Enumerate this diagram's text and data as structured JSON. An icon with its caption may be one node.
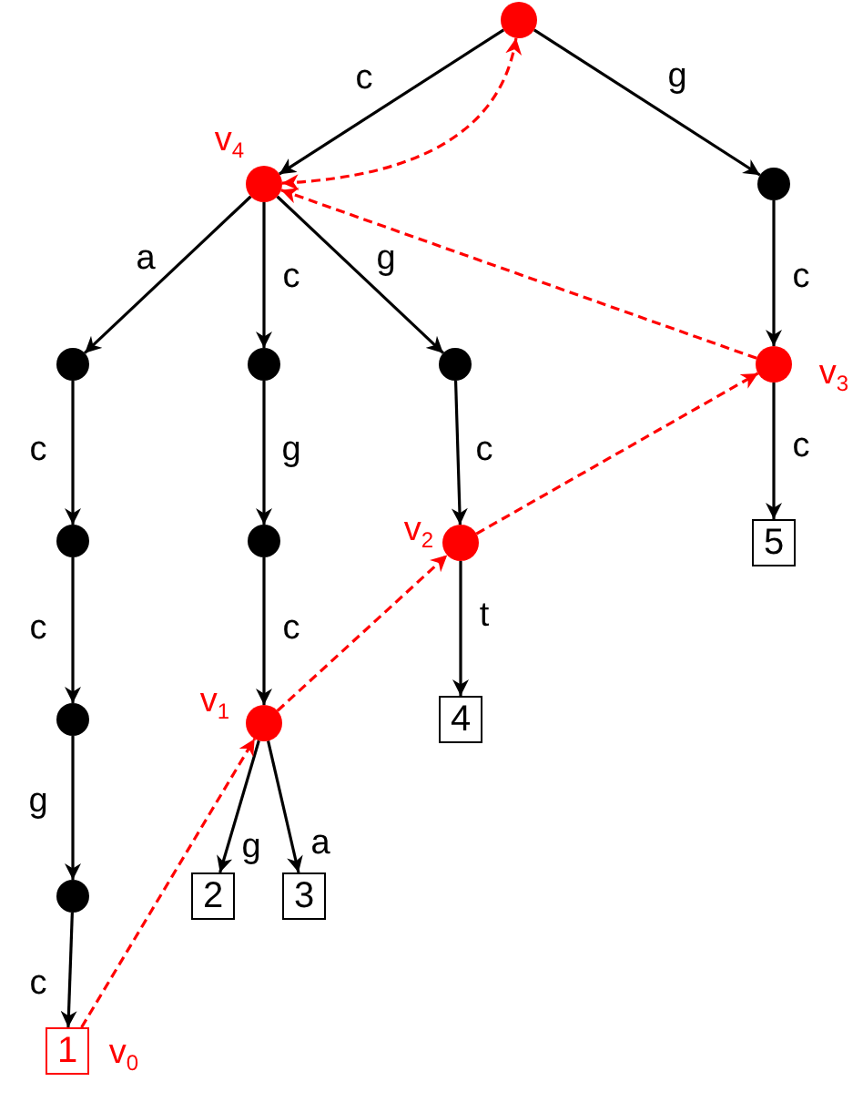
{
  "diagram": {
    "nodes": [
      {
        "text": [],
        "shape": "circle"
      },
      {
        "text": [],
        "shape": "circle",
        "beside": [
          "v$_{4}$"
        ]
      },
      {
        "text": [],
        "shape": "circle"
      },
      {
        "text": [],
        "shape": "circle"
      },
      {
        "text": [],
        "shape": "circle"
      },
      {
        "text": [],
        "shape": "circle"
      },
      {
        "text": [],
        "shape": "circle",
        "beside": [
          "v$_{3}$"
        ]
      },
      {
        "text": [],
        "shape": "circle"
      },
      {
        "text": [],
        "shape": "circle"
      },
      {
        "text": [],
        "shape": "circle",
        "beside": [
          "v$_{2}$"
        ]
      },
      {
        "text": [
          "5"
        ]
      },
      {
        "text": [],
        "shape": "circle"
      },
      {
        "text": [],
        "shape": "circle",
        "beside": [
          "v$_{1}$"
        ]
      },
      {
        "text": [
          "4"
        ]
      },
      {
        "text": [],
        "shape": "circle"
      },
      {
        "text": [
          "2"
        ]
      },
      {
        "text": [
          "3"
        ]
      },
      {
        "text": [
          "1"
        ],
        "beside": [
          "v$_{0}$"
        ]
      }
    ],
    "edges": [
      {
        "from": 0,
        "to": 1,
        "arrow": "to",
        "label": "c"
      },
      {
        "from": 0,
        "to": 2,
        "arrow": "to",
        "label": "g"
      },
      {
        "from": 1,
        "to": 3,
        "arrow": "to",
        "label": "a"
      },
      {
        "from": 1,
        "to": 4,
        "arrow": "to",
        "label": "c"
      },
      {
        "from": 1,
        "to": 5,
        "arrow": "to",
        "label": "g"
      },
      {
        "from": 2,
        "to": 6,
        "arrow": "to",
        "label": "c"
      },
      {
        "from": 3,
        "to": 7,
        "arrow": "to",
        "label": "c"
      },
      {
        "from": 4,
        "to": 8,
        "arrow": "to",
        "label": "g"
      },
      {
        "from": 5,
        "to": 9,
        "arrow": "to",
        "label": "c"
      },
      {
        "from": 6,
        "to": 10,
        "arrow": "to",
        "label": "c"
      },
      {
        "from": 7,
        "to": 11,
        "arrow": "to",
        "label": "c"
      },
      {
        "from": 8,
        "to": 12,
        "arrow": "to",
        "label": "c"
      },
      {
        "from": 9,
        "to": 13,
        "arrow": "to",
        "label": "t"
      },
      {
        "from": 11,
        "to": 14,
        "arrow": "to",
        "label": "g"
      },
      {
        "from": 12,
        "to": 15,
        "arrow": "to",
        "label": "g"
      },
      {
        "from": 12,
        "to": 16,
        "arrow": "to",
        "label": "a"
      },
      {
        "from": 14,
        "to": 17,
        "arrow": "to",
        "label": "c"
      },
      {
        "from": 1,
        "to": 0,
        "arrow": "both",
        "style": "dashed",
        "color": "#ff0000"
      },
      {
        "from": 6,
        "to": 1,
        "arrow": "to",
        "style": "dashed",
        "color": "#ff0000"
      },
      {
        "from": 17,
        "to": 12,
        "arrow": "to",
        "style": "dashed",
        "color": "#ff0000"
      },
      {
        "from": 12,
        "to": 9,
        "arrow": "to",
        "style": "dashed",
        "color": "#ff0000"
      },
      {
        "from": 9,
        "to": 6,
        "arrow": "to",
        "style": "dashed",
        "color": "#ff0000"
      }
    ]
  }
}
